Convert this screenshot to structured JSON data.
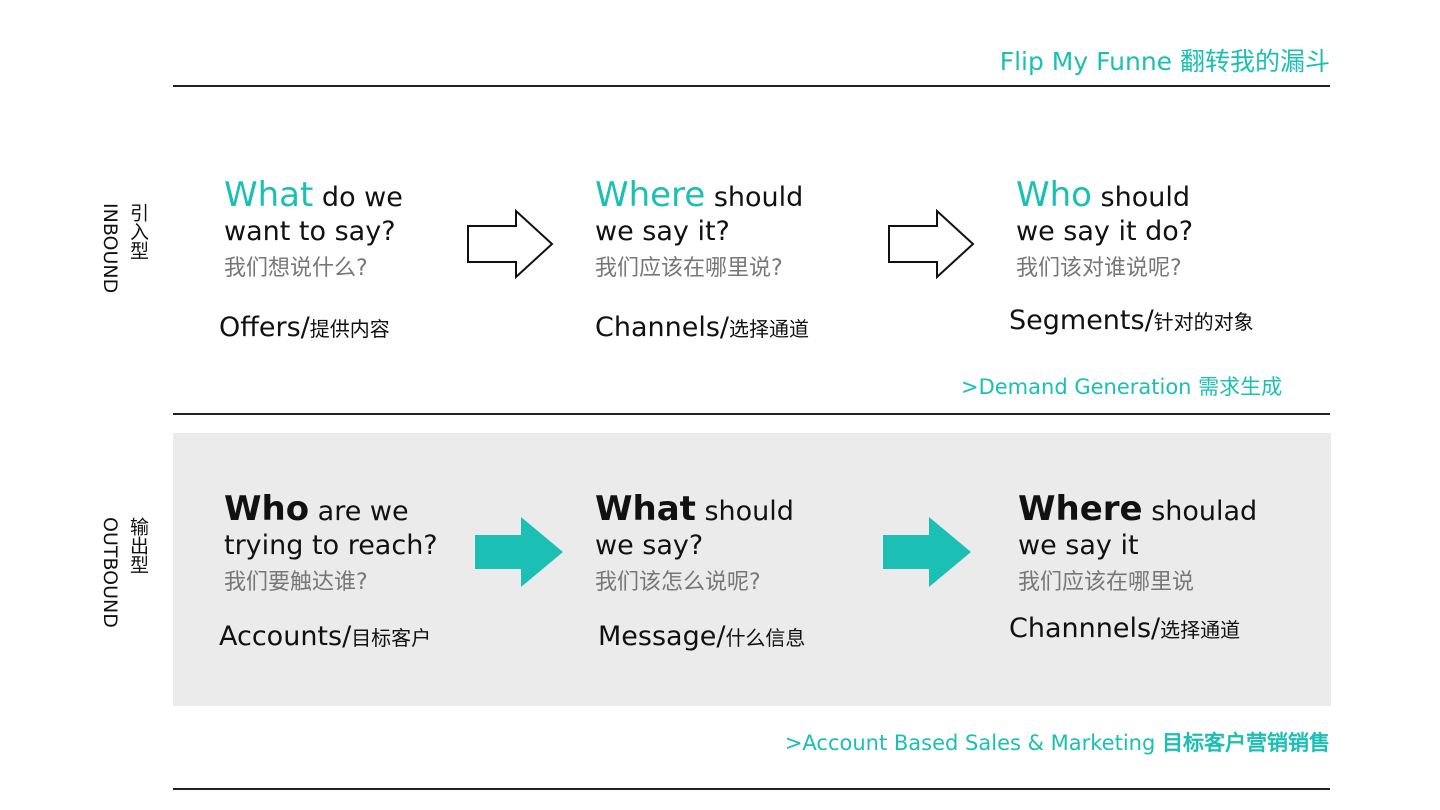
{
  "header": {
    "title": "Flip My Funne  翻转我的漏斗"
  },
  "colors": {
    "accent": "#1bbfb3",
    "panel_bg": "#ebebeb",
    "rule": "#222222"
  },
  "inbound": {
    "label_cn": "引入型",
    "label_en": "INBOUND",
    "steps": [
      {
        "highlight": "What",
        "line1_rest": " do we",
        "line2": "want to say?",
        "cn": "我们想说什么?",
        "tag_en": "Offers/",
        "tag_cn": "提供内容"
      },
      {
        "highlight": "Where",
        "line1_rest": " should",
        "line2": "we say it?",
        "cn": "我们应该在哪里说?",
        "tag_en": "Channels/",
        "tag_cn": "选择通道"
      },
      {
        "highlight": "Who",
        "line1_rest": " should",
        "line2": "we say it do?",
        "cn": "我们该对谁说呢?",
        "tag_en": "Segments/",
        "tag_cn": "针对的对象"
      }
    ],
    "note": ">Demand Generation 需求生成"
  },
  "outbound": {
    "label_cn": "输出型",
    "label_en": "OUTBOUND",
    "steps": [
      {
        "highlight": "Who",
        "line1_rest": "  are we",
        "line2": "trying to reach?",
        "cn": "我们要触达谁?",
        "tag_en": "Accounts/",
        "tag_cn": "目标客户"
      },
      {
        "highlight": "What",
        "line1_rest": " should",
        "line2": "we say?",
        "cn": "我们该怎么说呢?",
        "tag_en": "Message/",
        "tag_cn": "什么信息"
      },
      {
        "highlight": "Where",
        "line1_rest": " shoulad",
        "line2": "we say it",
        "cn": "我们应该在哪里说",
        "tag_en": "Channnels/",
        "tag_cn": "选择通道"
      }
    ],
    "note_prefix": ">Account Based Sales & Marketing ",
    "note_cn": "目标客户营销销售"
  }
}
